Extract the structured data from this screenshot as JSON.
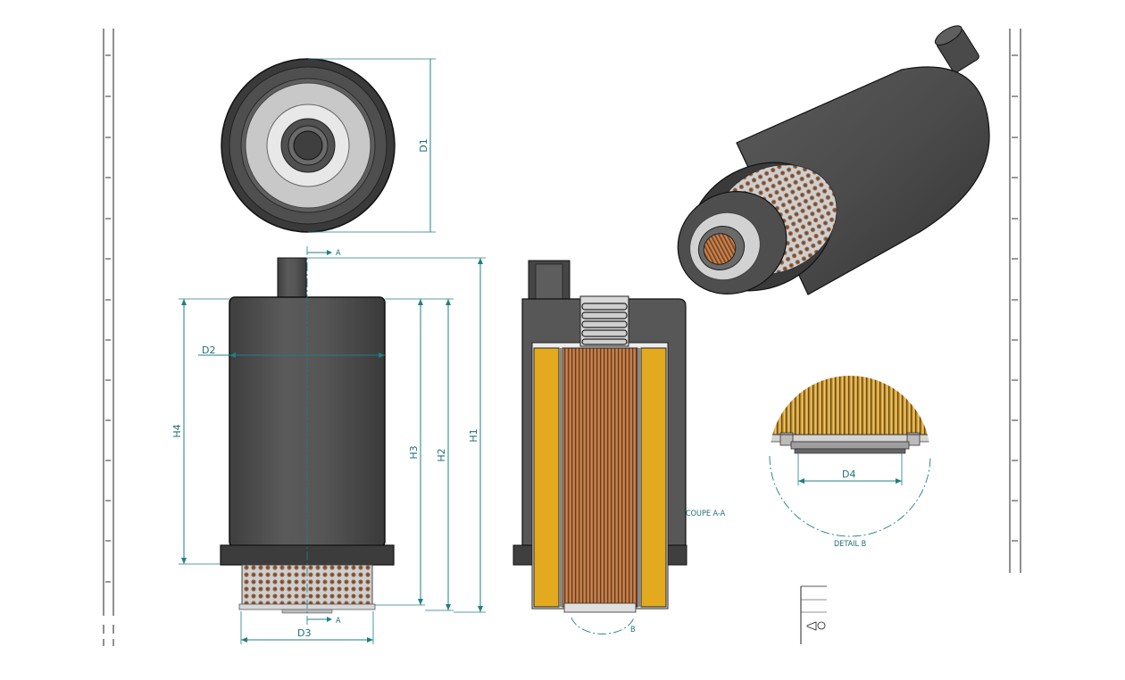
{
  "dimensions": {
    "d1": "D1",
    "d2": "D2",
    "d3": "D3",
    "d4": "D4",
    "h1": "H1",
    "h2": "H2",
    "h3": "H3",
    "h4": "H4"
  },
  "section": {
    "cut_mark_top": "A",
    "cut_mark_bottom": "A",
    "label": "COUPE A-A"
  },
  "detail": {
    "callout": "B",
    "label": "DETAIL B"
  },
  "colors": {
    "body_dark": "#4a4a4a",
    "body_mid": "#5c5c5c",
    "media_yellow": "#e3a91f",
    "media_brown": "#a8633a",
    "dimension": "#1f7f86"
  }
}
